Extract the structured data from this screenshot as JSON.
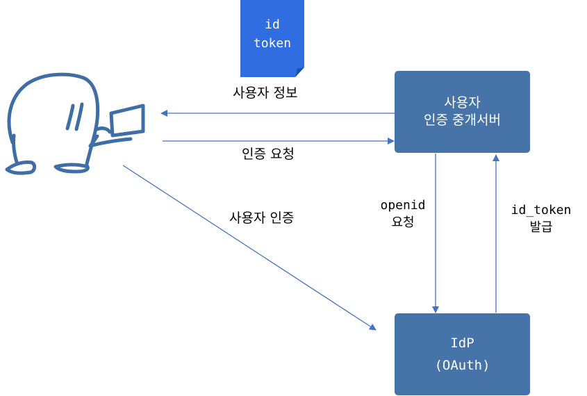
{
  "colors": {
    "box_fill": "#4673a8",
    "doc_fill": "#2f6de0",
    "arrow": "#4472c4",
    "sketch": "#3f6ea6"
  },
  "document": {
    "line1": "id",
    "line2": "token"
  },
  "nodes": {
    "relay_server": {
      "line1": "사용자",
      "line2": "인증 중개서버"
    },
    "idp": {
      "line1": "IdP",
      "line2": "(OAuth)"
    }
  },
  "edges": {
    "user_info": "사용자 정보",
    "auth_request": "인증 요청",
    "user_auth": "사용자 인증",
    "openid_request": {
      "line1": "openid",
      "line2": "요청"
    },
    "id_token_issue": {
      "line1": "id_token",
      "line2": "발급"
    }
  },
  "icons": {
    "user": "user-at-laptop-sketch-icon"
  }
}
